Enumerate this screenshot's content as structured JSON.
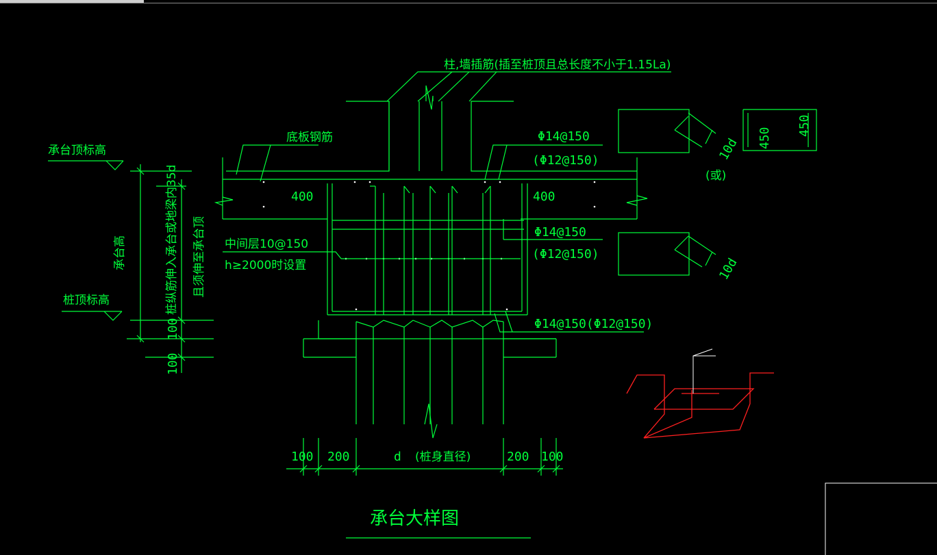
{
  "drawing": {
    "title": "承台大样图",
    "labels": {
      "column_dowel": "柱,墙插筋(插至桩顶且总长度不小于1.15La)",
      "slab_rebar": "底板钢筋",
      "cap_top_elev": "承台顶标高",
      "pile_top_elev": "桩顶标高",
      "cap_height": "承台高",
      "pile_rebar_anchor": "桩纵筋伸入承台或地梁内35d",
      "extend_to_cap_top": "且须伸至承台顶",
      "mid_layer": "中间层10@150",
      "mid_layer_cond": "h≥2000时设置",
      "rebar_top": "Φ14@150",
      "rebar_top_alt": "(Φ12@150)",
      "rebar_mid": "Φ14@150",
      "rebar_mid_alt": "(Φ12@150)",
      "rebar_bottom": "Φ14@150(Φ12@150)",
      "or": "(或)",
      "hook_len_1": "10d",
      "hook_len_2": "10d",
      "dim_400_left": "400",
      "dim_400_right": "400",
      "dim_450_a": "450",
      "dim_450_b": "450",
      "dim_100_a": "100",
      "dim_100_b": "100",
      "dim_100_c": "100",
      "dim_100_d": "100",
      "dim_200_a": "200",
      "dim_200_b": "200",
      "dim_d": "d",
      "pile_diameter": "(桩身直径)"
    }
  },
  "colors": {
    "line": "#00ff3a",
    "accent": "#ff2020",
    "background": "#000000"
  }
}
